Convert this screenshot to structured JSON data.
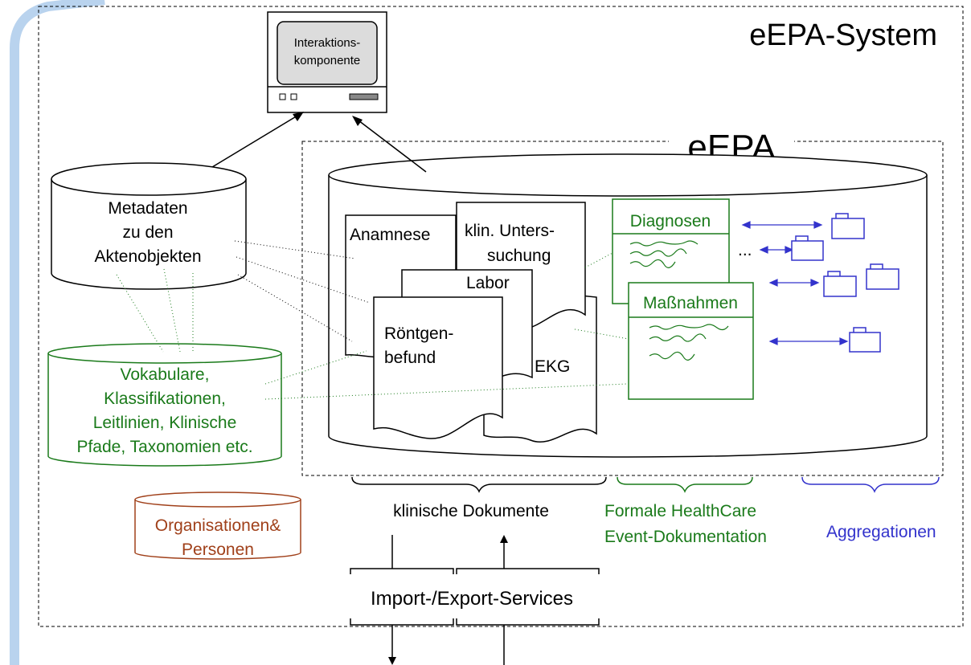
{
  "labels": {
    "system_title": "eEPA-System",
    "epa_title": "eEPA",
    "interaction_line1": "Interaktions-",
    "interaction_line2": "komponente",
    "meta_line1": "Metadaten",
    "meta_line2": "zu den",
    "meta_line3": "Aktenobjekten",
    "vocab_line1": "Vokabulare,",
    "vocab_line2": "Klassifikationen,",
    "vocab_line3": "Leitlinien, Klinische",
    "vocab_line4": "Pfade, Taxonomien etc.",
    "org_line1": "Organisationen&",
    "org_line2": "Personen",
    "doc_anamnese": "Anamnese",
    "doc_klin_line1": "klin. Unters-",
    "doc_klin_line2": "suchung",
    "doc_labor": "Labor",
    "doc_roentgen_line1": "Röntgen-",
    "doc_roentgen_line2": "befund",
    "doc_ekg": "EKG",
    "diagnosen": "Diagnosen",
    "massnahmen": "Maßnahmen",
    "ellipsis": "...",
    "klinische_dokumente": "klinische Dokumente",
    "formale_line1": "Formale HealthCare",
    "formale_line2": "Event-Dokumentation",
    "aggregationen": "Aggregationen",
    "import_export": "Import-/Export-Services"
  },
  "colors": {
    "black": "#000000",
    "green": "#1a7a1a",
    "blue": "#3333cc",
    "brown": "#a0401a",
    "frame_blue": "#b9d3ee",
    "monitor_screen": "#dcdcdc"
  }
}
